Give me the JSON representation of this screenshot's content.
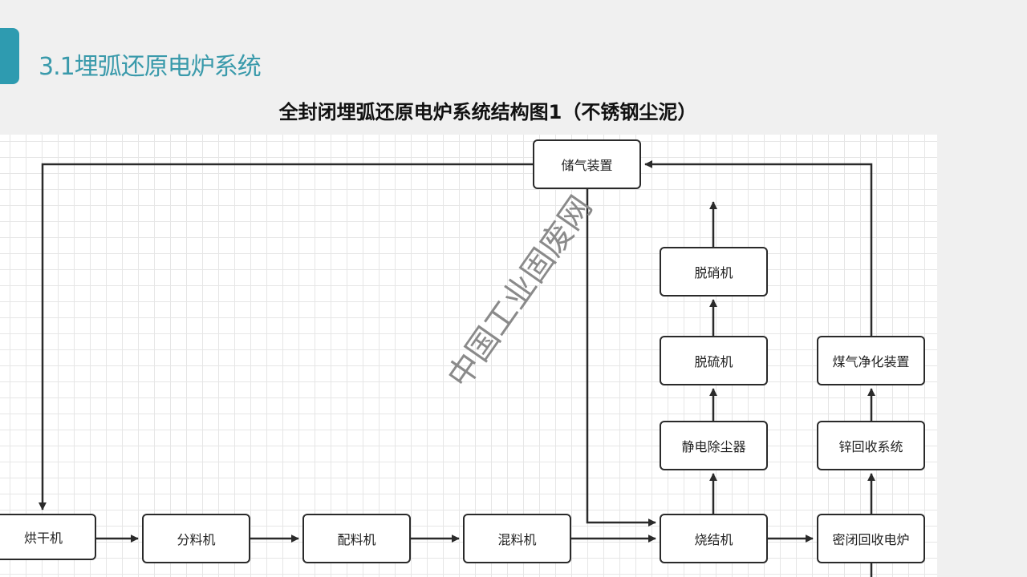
{
  "slide": {
    "section_title": "3.1埋弧还原电炉系统",
    "diagram_title": "全封闭埋弧还原电炉系统结构图1（不锈钢尘泥）",
    "watermark": "中国工业固废网"
  },
  "boxes": {
    "gas_storage": "储气装置",
    "dryer": "烘干机",
    "splitter": "分料机",
    "batcher": "配料机",
    "mixer": "混料机",
    "sinter": "烧结机",
    "furnace": "密闭回收电炉",
    "esp": "静电除尘器",
    "desulfur": "脱硫机",
    "denitro": "脱硝机",
    "zinc": "锌回收系统",
    "gas_clean": "煤气净化装置"
  },
  "colors": {
    "accent": "#3a9aab",
    "line": "#2a2a2a"
  }
}
